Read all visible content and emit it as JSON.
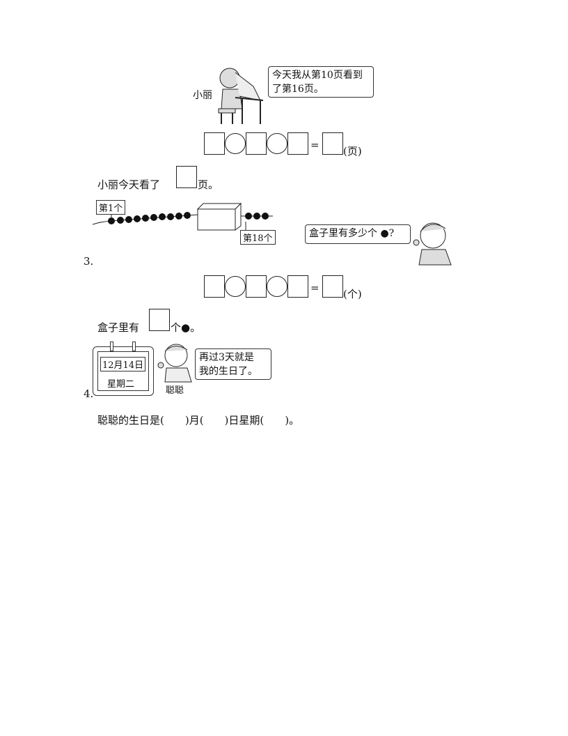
{
  "q2": {
    "character_name": "小丽",
    "speech": [
      "今天我从第10页看到",
      "了第16页。"
    ],
    "equals": "=",
    "unit": "(页)",
    "answer_prefix": "小丽今天看了",
    "answer_suffix": "页。"
  },
  "q3": {
    "number": "3.",
    "label_first": "第1个",
    "label_last": "第18个",
    "speech": "盒子里有多少个 ●?",
    "equals": "=",
    "unit": "(个)",
    "answer_prefix": "盒子里有",
    "answer_suffix": "个●。"
  },
  "q4": {
    "number": "4.",
    "calendar_date": "12月14日",
    "calendar_weekday": "星期二",
    "character_name": "聪聪",
    "speech": [
      "再过3天就是",
      "我的生日了。"
    ],
    "answer": "聪聪的生日是(　　)月(　　)日星期(　　)。"
  }
}
